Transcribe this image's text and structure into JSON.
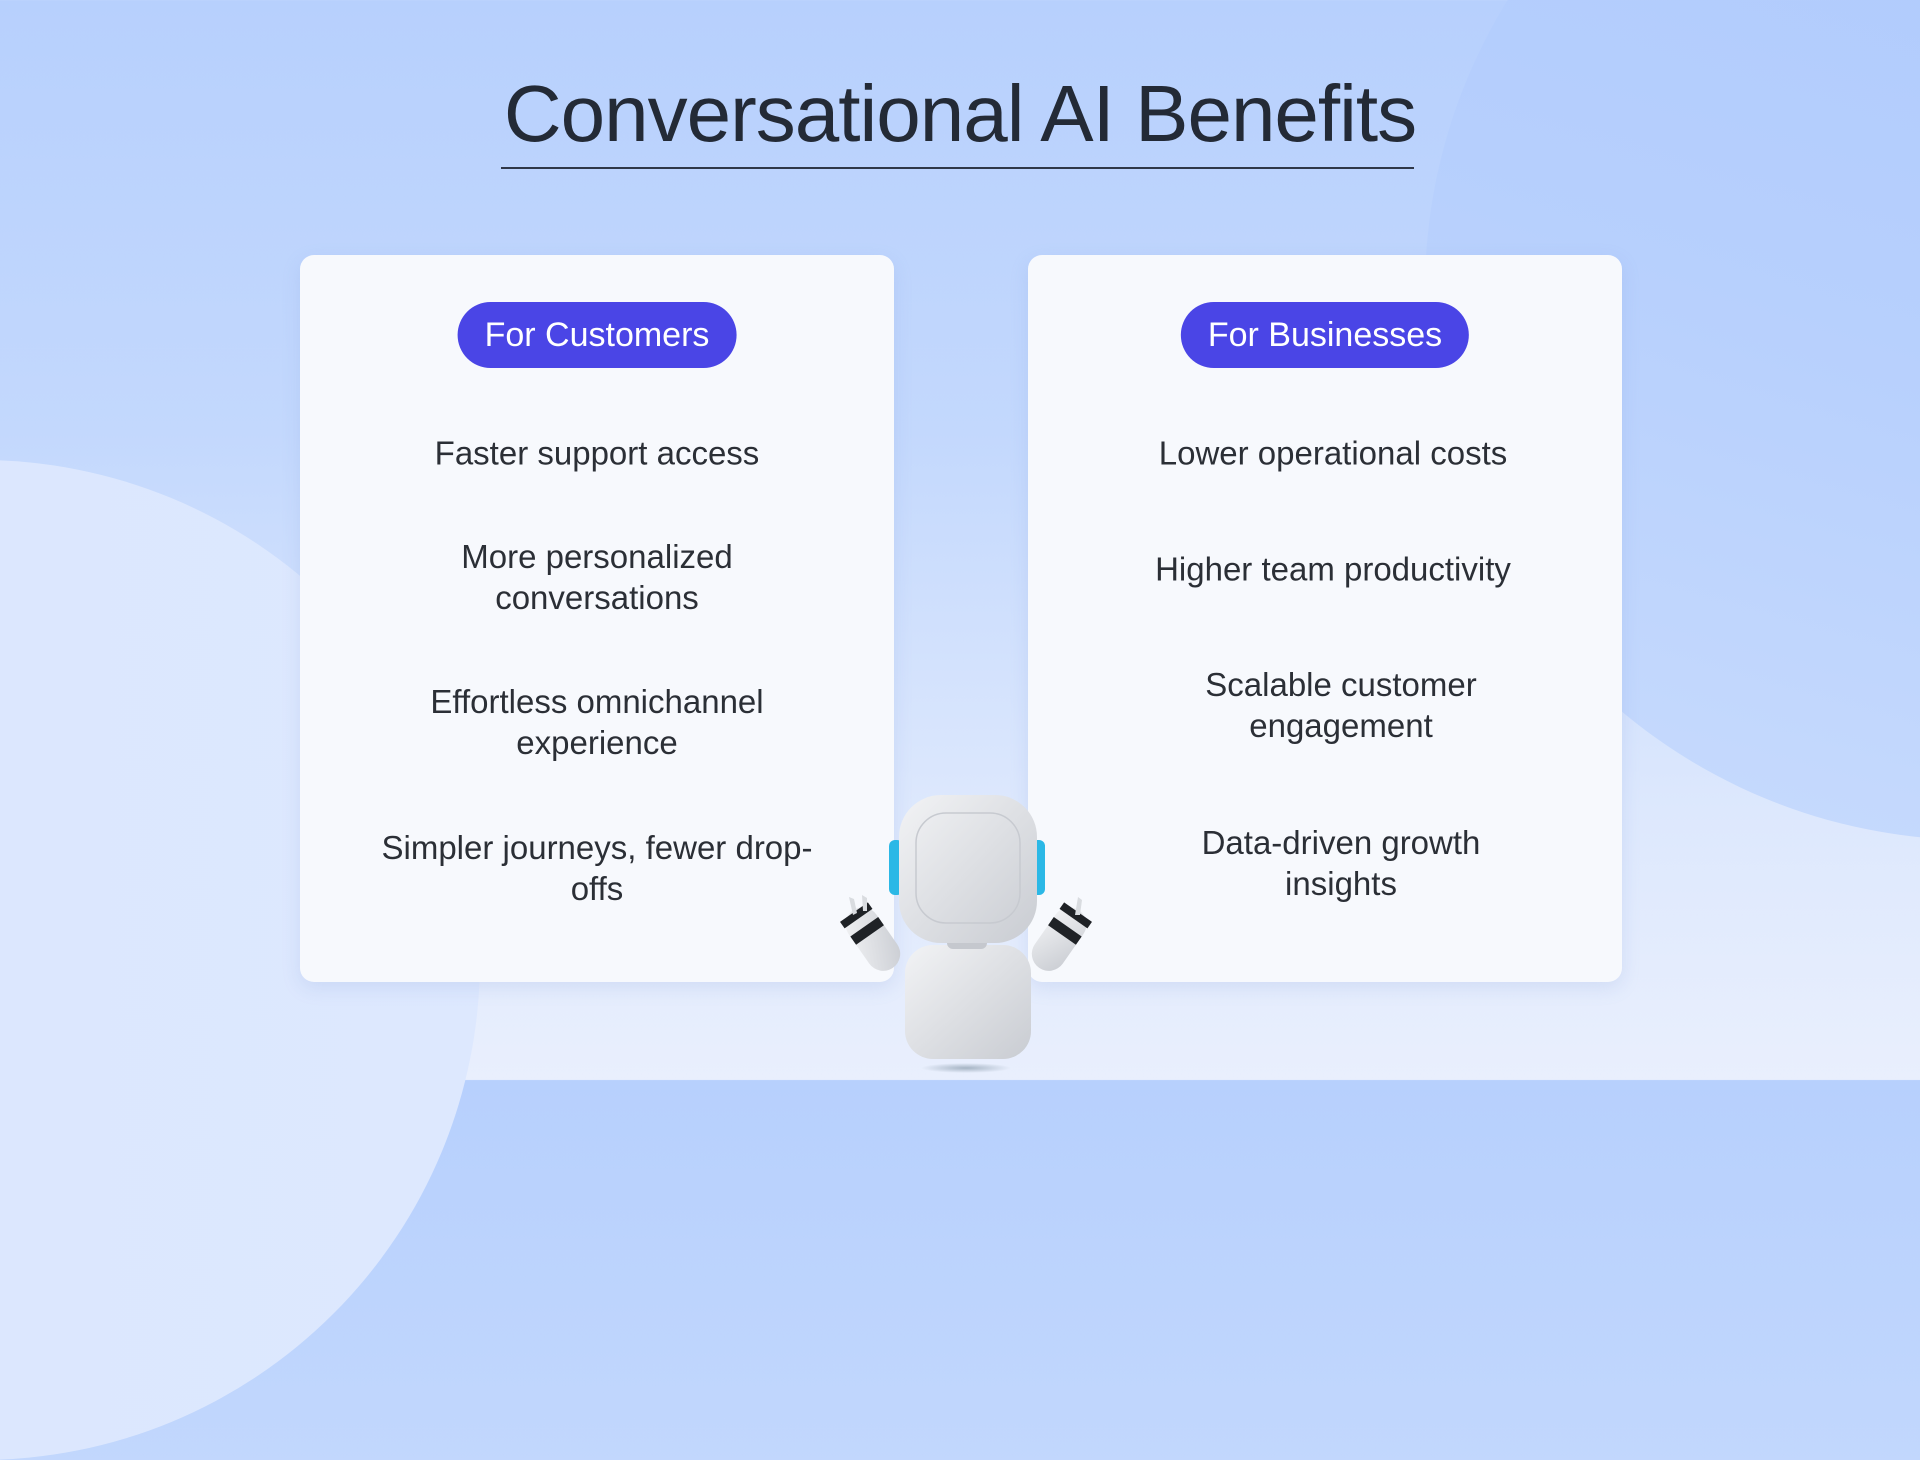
{
  "title": "Conversational AI Benefits",
  "colors": {
    "accent": "#4a45e6",
    "text": "#2b2f36",
    "title": "#232a36",
    "card": "#f7f9fd",
    "background": "#c3d8fd",
    "robot_accent": "#2bb8e6"
  },
  "columns": [
    {
      "heading": "For Customers",
      "items": [
        "Faster support access",
        "More personalized conversations",
        "Effortless omnichannel experience",
        "Simpler journeys, fewer drop-offs"
      ]
    },
    {
      "heading": "For Businesses",
      "items": [
        "Lower operational costs",
        "Higher team productivity",
        "Scalable customer engagement",
        "Data-driven growth insights"
      ]
    }
  ],
  "illustration": "robot-mascot"
}
